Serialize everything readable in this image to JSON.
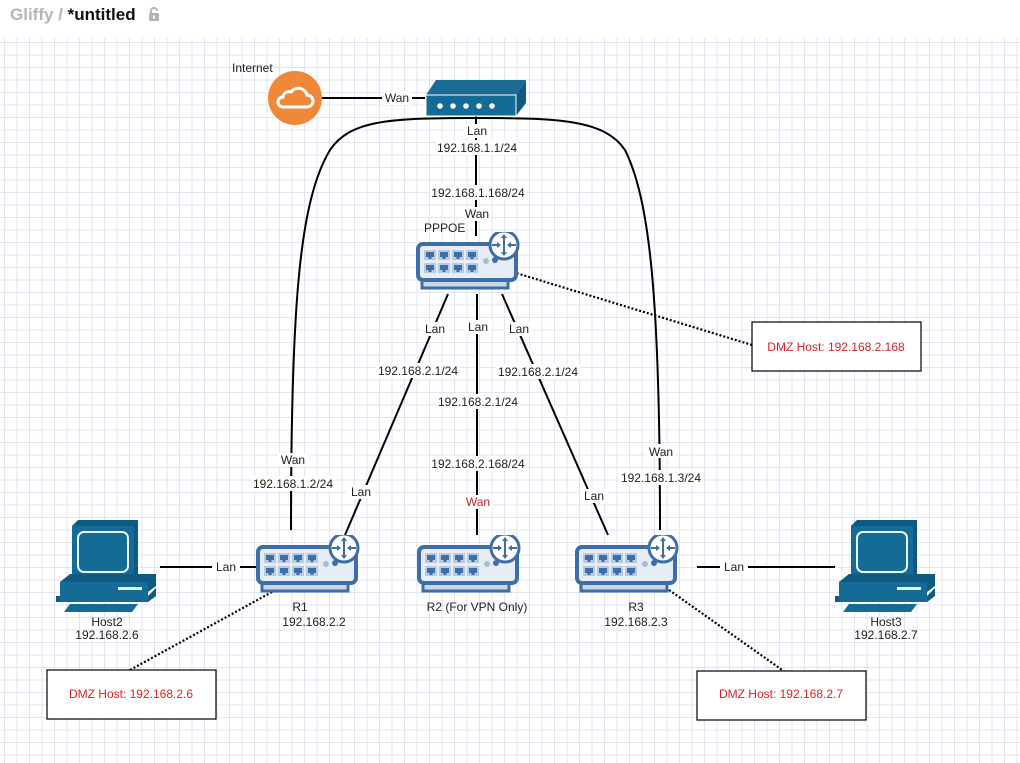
{
  "header": {
    "app_name": "Gliffy",
    "separator": " / ",
    "document_title": "*untitled",
    "lock_icon": "unlock-icon"
  },
  "diagram": {
    "nodes": {
      "internet": {
        "label": "Internet",
        "icon": "cloud-icon"
      },
      "modem": {
        "label": "",
        "icon": "modem-icon"
      },
      "pppoe": {
        "label": "PPPOE",
        "icon": "router-icon"
      },
      "r1": {
        "label": "R1",
        "ip": "192.168.2.2",
        "icon": "router-icon"
      },
      "r2": {
        "label": "R2 (For VPN Only)",
        "icon": "router-icon"
      },
      "r3": {
        "label": "R3",
        "ip": "192.168.2.3",
        "icon": "router-icon"
      },
      "host2": {
        "label": "Host2",
        "ip": "192.168.2.6",
        "icon": "computer-icon"
      },
      "host3": {
        "label": "Host3",
        "ip": "192.168.2.7",
        "icon": "computer-icon"
      }
    },
    "link_labels": {
      "internet_modem_wan": "Wan",
      "modem_lan": "Lan",
      "modem_lan_ip": "192.168.1.1/24",
      "pppoe_wan_ip": "192.168.1.168/24",
      "pppoe_wan": "Wan",
      "pppoe_lan_r1": "Lan",
      "pppoe_lan_r2": "Lan",
      "pppoe_lan_r3": "Lan",
      "pppoe_r1_ip": "192.168.2.1/24",
      "pppoe_r2_ip": "192.168.2.1/24",
      "pppoe_r3_ip": "192.168.2.1/24",
      "r2_wan_ip": "192.168.2.168/24",
      "r2_wan": "Wan",
      "r1_lan": "Lan",
      "r3_lan": "Lan",
      "r1_wan": "Wan",
      "r1_wan_ip": "192.168.1.2/24",
      "r3_wan": "Wan",
      "r3_wan_ip": "192.168.1.3/24",
      "host2_lan": "Lan",
      "host3_lan": "Lan"
    },
    "notes": {
      "pppoe_dmz": "DMZ Host: 192.168.2.168",
      "r1_dmz": "DMZ Host: 192.168.2.6",
      "r3_dmz": "DMZ Host: 192.168.2.7"
    },
    "colors": {
      "device_blue": "#3d6ea8",
      "device_fill": "#e6edf6",
      "computer_blue": "#136b96",
      "cloud_orange": "#f0883a",
      "note_text": "#e0202a",
      "wan_red": "#c0262e"
    }
  }
}
